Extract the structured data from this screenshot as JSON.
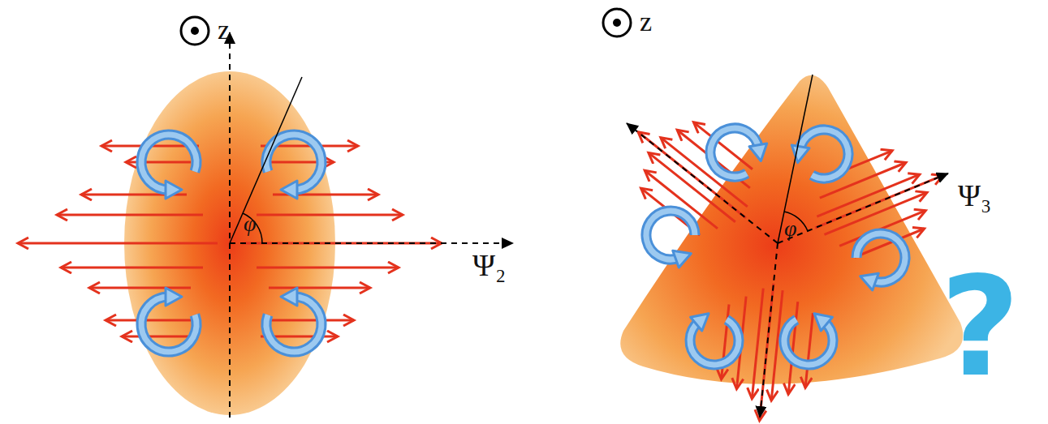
{
  "diagram": {
    "labels": [
      "z",
      "φ",
      "Ψ₂",
      "z",
      "φ",
      "Ψ₃",
      "?"
    ]
  }
}
